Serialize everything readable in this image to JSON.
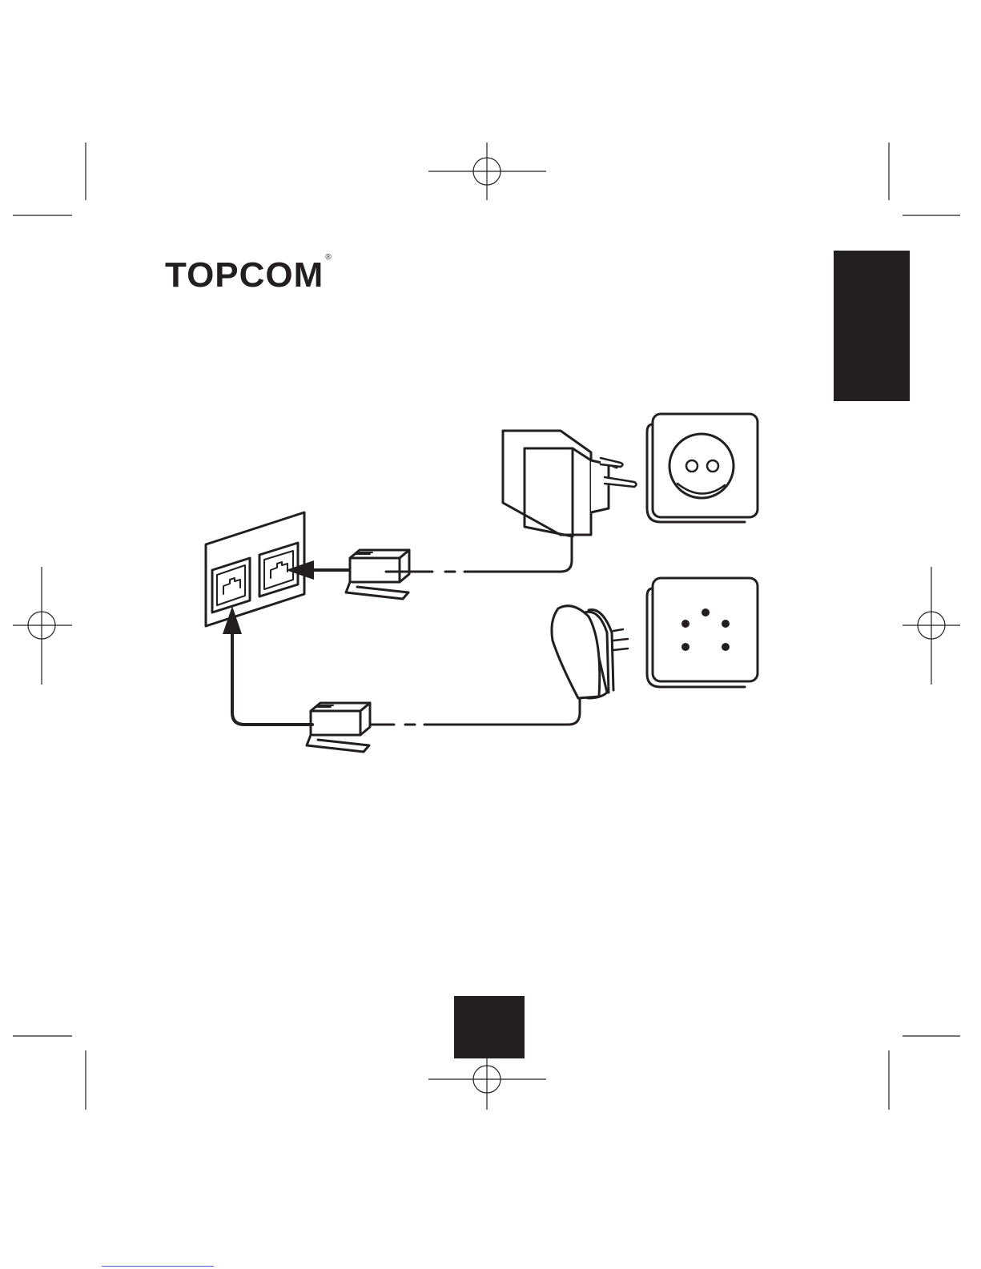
{
  "logo": {
    "text": "TOPCOM",
    "reg_mark": "®"
  },
  "colors": {
    "ink": "#231f20",
    "paper": "#ffffff"
  },
  "diagram": {
    "items": [
      "registration-marks",
      "telephone-wall-socket-double",
      "power-adapter",
      "power-outlet",
      "telephone-plug",
      "telephone-outlet",
      "rj11-connectors",
      "cables"
    ]
  }
}
